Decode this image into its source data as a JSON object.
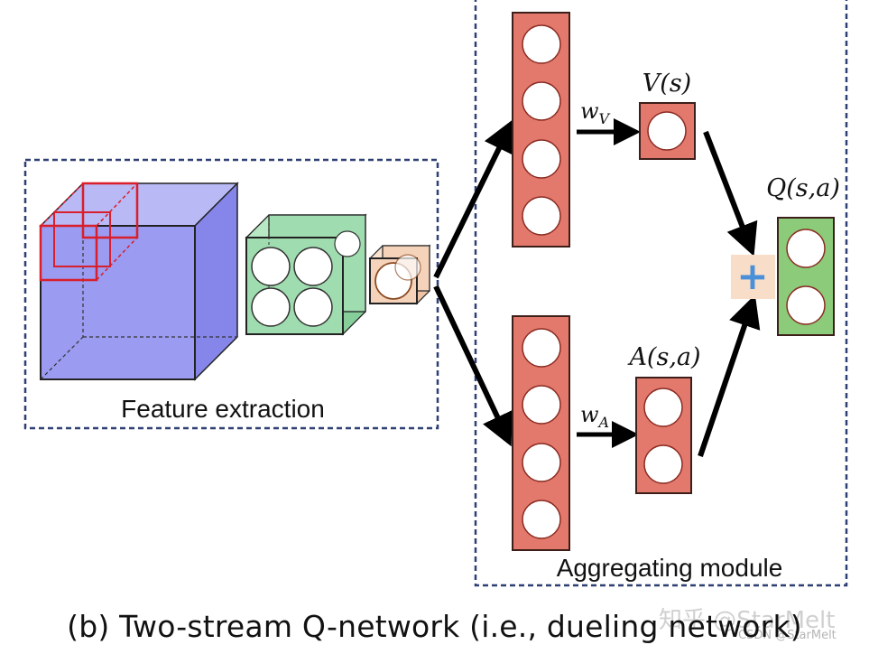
{
  "labels": {
    "feature_extraction": "Feature extraction",
    "aggregating_module": "Aggregating module",
    "value": "V(s)",
    "advantage": "A(s,a)",
    "q_value": "Q(s,a)",
    "weight_v_base": "w",
    "weight_v_sub": "V",
    "weight_a_base": "w",
    "weight_a_sub": "A",
    "plus": "+"
  },
  "caption": "(b) Two-stream Q-network (i.e., dueling network)",
  "watermark": "知乎 @StarMelt",
  "watermark_small": "CSDN @StarMelt",
  "colors": {
    "layer_red": "#e2796c",
    "layer_border": "#3d1f1a",
    "conv_blue": "#9b9bf2",
    "conv_green": "#9fdcaf",
    "conv_orange": "#f5d3ba",
    "q_green": "#8bcb7a",
    "plus_bg": "#f8ddc8",
    "plus_color": "#4a90d9",
    "dash_border": "#2e3f73"
  }
}
